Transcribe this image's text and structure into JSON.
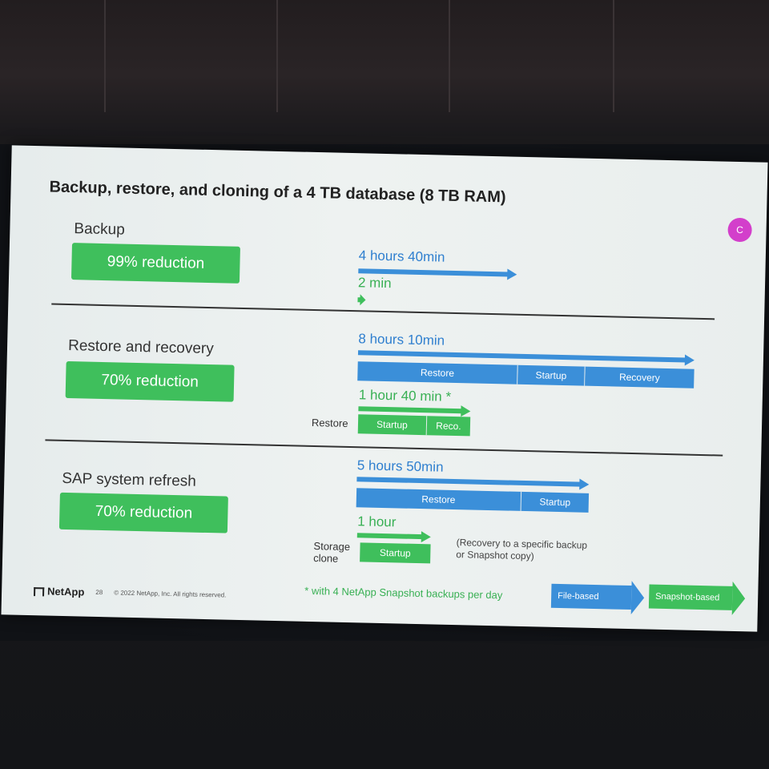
{
  "slide": {
    "title": "Backup, restore, and cloning of a 4 TB database (8 TB RAM)",
    "avatar_letter": "C",
    "sections": {
      "backup": {
        "label": "Backup",
        "reduction": "99% reduction",
        "file_time": "4 hours 40min",
        "snapshot_time": "2 min"
      },
      "restore": {
        "label": "Restore and recovery",
        "reduction": "70% reduction",
        "file_time": "8 hours 10min",
        "file_segments": [
          "Restore",
          "Startup",
          "Recovery"
        ],
        "snapshot_time": "1 hour 40 min *",
        "snapshot_side_label": "Restore",
        "snapshot_segments": [
          "Startup",
          "Reco."
        ]
      },
      "refresh": {
        "label": "SAP system refresh",
        "reduction": "70% reduction",
        "file_time": "5 hours 50min",
        "file_segments": [
          "Restore",
          "Startup"
        ],
        "snapshot_time": "1 hour",
        "snapshot_side_label_line1": "Storage",
        "snapshot_side_label_line2": "clone",
        "snapshot_segments": [
          "Startup"
        ],
        "note_line1": "(Recovery to a specific backup",
        "note_line2": "or Snapshot copy)"
      }
    },
    "footnote": "* with 4 NetApp Snapshot backups per day",
    "legend": {
      "file_based": "File-based",
      "snapshot_based": "Snapshot-based"
    },
    "footer": {
      "logo": "NetApp",
      "page_number": "28",
      "copyright": "© 2022 NetApp, Inc. All rights reserved."
    },
    "colors": {
      "file_based": "#3b8fd9",
      "snapshot_based": "#3fbf5c",
      "avatar": "#d33fcb"
    }
  }
}
